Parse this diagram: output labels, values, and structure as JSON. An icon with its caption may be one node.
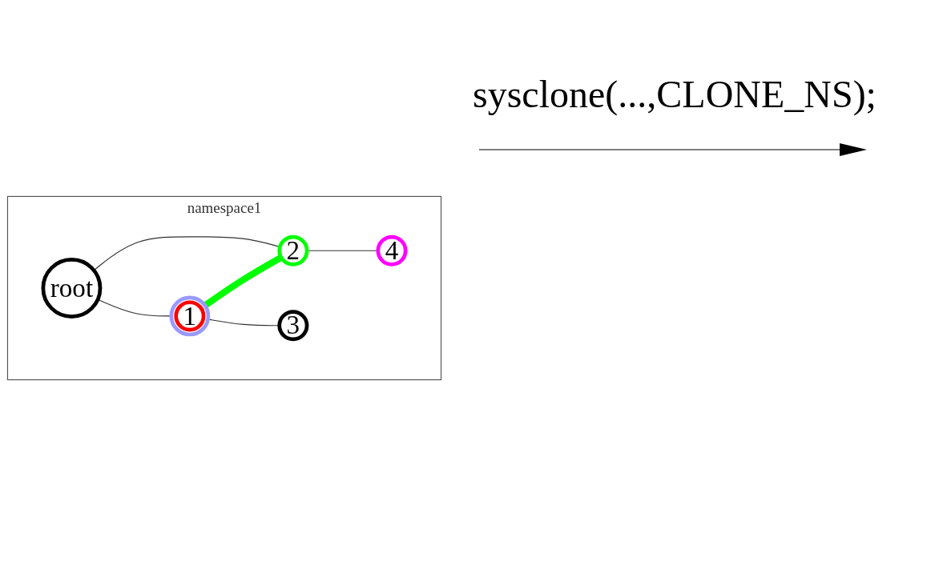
{
  "diagram": {
    "nodes": [
      {
        "text": [
          "namespace1"
        ]
      },
      {
        "text": [
          "root"
        ],
        "in": 0
      },
      {
        "text": [
          "1"
        ],
        "in": 0
      },
      {
        "text": [
          "2"
        ],
        "in": 0
      },
      {
        "text": [
          "3"
        ],
        "in": 0
      },
      {
        "text": [
          "4"
        ],
        "in": 0
      }
    ],
    "edges": [
      {
        "from": 1,
        "to": 2,
        "arrow": "none"
      },
      {
        "from": 1,
        "to": 3,
        "arrow": "none"
      },
      {
        "from": 2,
        "to": 3,
        "arrow": "none",
        "style": "thick",
        "color": "#00ff00"
      },
      {
        "from": 2,
        "to": 4,
        "arrow": "none"
      },
      {
        "from": 3,
        "to": 5,
        "arrow": "none"
      }
    ],
    "labels": [
      "sysclone(...,CLONE_NS);"
    ]
  }
}
